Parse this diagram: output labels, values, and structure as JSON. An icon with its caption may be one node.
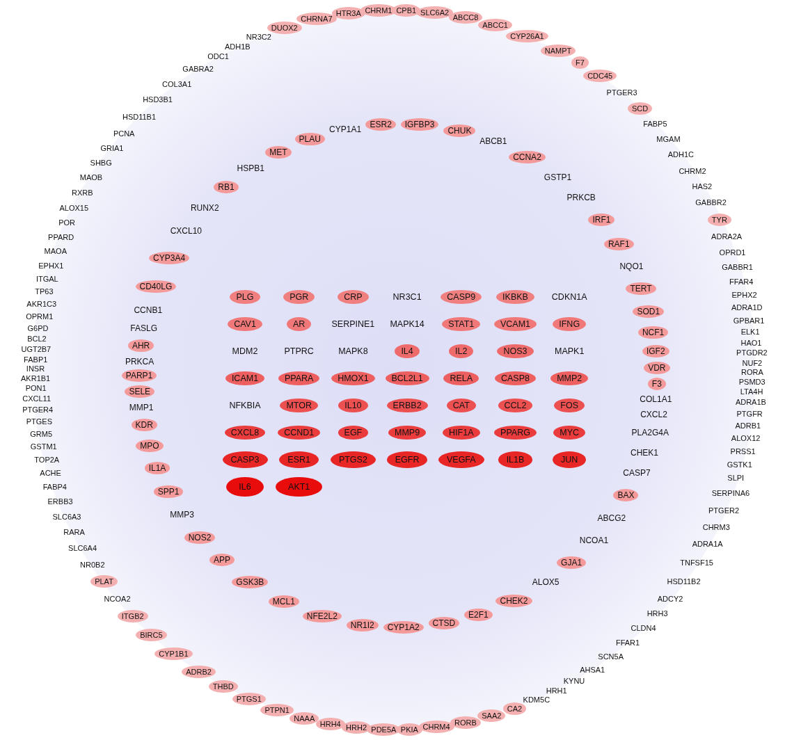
{
  "diagram": {
    "nodes": [
      {
        "text": [
          "CPB1"
        ]
      },
      {
        "text": [
          "SLC6A2"
        ]
      },
      {
        "text": [
          "ABCC8"
        ]
      },
      {
        "text": [
          "ABCC1"
        ]
      },
      {
        "text": [
          "CYP26A1"
        ]
      },
      {
        "text": [
          "NAMPT"
        ]
      },
      {
        "text": [
          "F7"
        ]
      },
      {
        "text": [
          "CDC45"
        ]
      },
      {
        "text": [
          "PTGER3"
        ]
      },
      {
        "text": [
          "SCD"
        ]
      },
      {
        "text": [
          "FABP5"
        ]
      },
      {
        "text": [
          "MGAM"
        ]
      },
      {
        "text": [
          "ADH1C"
        ]
      },
      {
        "text": [
          "CHRM2"
        ]
      },
      {
        "text": [
          "HAS2"
        ]
      },
      {
        "text": [
          "GABBR2"
        ]
      },
      {
        "text": [
          "TYR"
        ]
      },
      {
        "text": [
          "ADRA2A"
        ]
      },
      {
        "text": [
          "OPRD1"
        ]
      },
      {
        "text": [
          "GABBR1"
        ]
      },
      {
        "text": [
          "FFAR4"
        ]
      },
      {
        "text": [
          "EPHX2"
        ]
      },
      {
        "text": [
          "ADRA1D"
        ]
      },
      {
        "text": [
          "GPBAR1"
        ]
      },
      {
        "text": [
          "ELK1"
        ]
      },
      {
        "text": [
          "HAO1"
        ]
      },
      {
        "text": [
          "PTGDR2"
        ]
      },
      {
        "text": [
          "NUF2"
        ]
      },
      {
        "text": [
          "RORA"
        ]
      },
      {
        "text": [
          "PSMD3"
        ]
      },
      {
        "text": [
          "LTA4H"
        ]
      },
      {
        "text": [
          "ADRA1B"
        ]
      },
      {
        "text": [
          "PTGFR"
        ]
      },
      {
        "text": [
          "ADRB1"
        ]
      },
      {
        "text": [
          "ALOX12"
        ]
      },
      {
        "text": [
          "PRSS1"
        ]
      },
      {
        "text": [
          "GSTK1"
        ]
      },
      {
        "text": [
          "SLPI"
        ]
      },
      {
        "text": [
          "SERPINA6"
        ]
      },
      {
        "text": [
          "PTGER2"
        ]
      },
      {
        "text": [
          "CHRM3"
        ]
      },
      {
        "text": [
          "ADRA1A"
        ]
      },
      {
        "text": [
          "TNFSF15"
        ]
      },
      {
        "text": [
          "HSD11B2"
        ]
      },
      {
        "text": [
          "ADCY2"
        ]
      },
      {
        "text": [
          "HRH3"
        ]
      },
      {
        "text": [
          "CLDN4"
        ]
      },
      {
        "text": [
          "FFAR1"
        ]
      },
      {
        "text": [
          "SCN5A"
        ]
      },
      {
        "text": [
          "AHSA1"
        ]
      },
      {
        "text": [
          "KYNU"
        ]
      },
      {
        "text": [
          "HRH1"
        ]
      },
      {
        "text": [
          "KDM5C"
        ]
      },
      {
        "text": [
          "CA2"
        ]
      },
      {
        "text": [
          "SAA2"
        ]
      },
      {
        "text": [
          "RORB"
        ]
      },
      {
        "text": [
          "CHRM4"
        ]
      },
      {
        "text": [
          "PKIA"
        ]
      },
      {
        "text": [
          "PDE5A"
        ]
      },
      {
        "text": [
          "HRH2"
        ]
      },
      {
        "text": [
          "HRH4"
        ]
      },
      {
        "text": [
          "NAAA"
        ]
      },
      {
        "text": [
          "PTPN1"
        ]
      },
      {
        "text": [
          "PTGS1"
        ]
      },
      {
        "text": [
          "THBD"
        ]
      },
      {
        "text": [
          "ADRB2"
        ]
      },
      {
        "text": [
          "CYP1B1"
        ]
      },
      {
        "text": [
          "BIRC5"
        ]
      },
      {
        "text": [
          "ITGB2"
        ]
      },
      {
        "text": [
          "NCOA2"
        ]
      },
      {
        "text": [
          "PLAT"
        ]
      },
      {
        "text": [
          "NR0B2"
        ]
      },
      {
        "text": [
          "SLC6A4"
        ]
      },
      {
        "text": [
          "RARA"
        ]
      },
      {
        "text": [
          "SLC6A3"
        ]
      },
      {
        "text": [
          "ERBB3"
        ]
      },
      {
        "text": [
          "FABP4"
        ]
      },
      {
        "text": [
          "ACHE"
        ]
      },
      {
        "text": [
          "TOP2A"
        ]
      },
      {
        "text": [
          "GSTM1"
        ]
      },
      {
        "text": [
          "GRM5"
        ]
      },
      {
        "text": [
          "PTGES"
        ]
      },
      {
        "text": [
          "PTGER4"
        ]
      },
      {
        "text": [
          "CXCL11"
        ]
      },
      {
        "text": [
          "PON1"
        ]
      },
      {
        "text": [
          "AKR1B1"
        ]
      },
      {
        "text": [
          "INSR"
        ]
      },
      {
        "text": [
          "FABP1"
        ]
      },
      {
        "text": [
          "UGT2B7"
        ]
      },
      {
        "text": [
          "BCL2"
        ]
      },
      {
        "text": [
          "G6PD"
        ]
      },
      {
        "text": [
          "OPRM1"
        ]
      },
      {
        "text": [
          "AKR1C3"
        ]
      },
      {
        "text": [
          "TP63"
        ]
      },
      {
        "text": [
          "ITGAL"
        ]
      },
      {
        "text": [
          "EPHX1"
        ]
      },
      {
        "text": [
          "MAOA"
        ]
      },
      {
        "text": [
          "PPARD"
        ]
      },
      {
        "text": [
          "POR"
        ]
      },
      {
        "text": [
          "ALOX15"
        ]
      },
      {
        "text": [
          "RXRB"
        ]
      },
      {
        "text": [
          "MAOB"
        ]
      },
      {
        "text": [
          "SHBG"
        ]
      },
      {
        "text": [
          "GRIA1"
        ]
      },
      {
        "text": [
          "PCNA"
        ]
      },
      {
        "text": [
          "HSD11B1"
        ]
      },
      {
        "text": [
          "HSD3B1"
        ]
      },
      {
        "text": [
          "COL3A1"
        ]
      },
      {
        "text": [
          "GABRA2"
        ]
      },
      {
        "text": [
          "ODC1"
        ]
      },
      {
        "text": [
          "ADH1B"
        ]
      },
      {
        "text": [
          "NR3C2"
        ]
      },
      {
        "text": [
          "DUOX2"
        ]
      },
      {
        "text": [
          "CHRNA7"
        ]
      },
      {
        "text": [
          "HTR3A"
        ]
      },
      {
        "text": [
          "CHRM1"
        ]
      },
      {
        "text": [
          "IGFBP3"
        ]
      },
      {
        "text": [
          "CHUK"
        ]
      },
      {
        "text": [
          "ABCB1"
        ]
      },
      {
        "text": [
          "CCNA2"
        ]
      },
      {
        "text": [
          "GSTP1"
        ]
      },
      {
        "text": [
          "PRKCB"
        ]
      },
      {
        "text": [
          "IRF1"
        ]
      },
      {
        "text": [
          "RAF1"
        ]
      },
      {
        "text": [
          "NQO1"
        ]
      },
      {
        "text": [
          "TERT"
        ]
      },
      {
        "text": [
          "SOD1"
        ]
      },
      {
        "text": [
          "NCF1"
        ]
      },
      {
        "text": [
          "IGF2"
        ]
      },
      {
        "text": [
          "VDR"
        ]
      },
      {
        "text": [
          "F3"
        ]
      },
      {
        "text": [
          "COL1A1"
        ]
      },
      {
        "text": [
          "CXCL2"
        ]
      },
      {
        "text": [
          "PLA2G4A"
        ]
      },
      {
        "text": [
          "CHEK1"
        ]
      },
      {
        "text": [
          "CASP7"
        ]
      },
      {
        "text": [
          "BAX"
        ]
      },
      {
        "text": [
          "ABCG2"
        ]
      },
      {
        "text": [
          "NCOA1"
        ]
      },
      {
        "text": [
          "GJA1"
        ]
      },
      {
        "text": [
          "ALOX5"
        ]
      },
      {
        "text": [
          "CHEK2"
        ]
      },
      {
        "text": [
          "E2F1"
        ]
      },
      {
        "text": [
          "CTSD"
        ]
      },
      {
        "text": [
          "CYP1A2"
        ]
      },
      {
        "text": [
          "NR1I2"
        ]
      },
      {
        "text": [
          "NFE2L2"
        ]
      },
      {
        "text": [
          "MCL1"
        ]
      },
      {
        "text": [
          "GSK3B"
        ]
      },
      {
        "text": [
          "APP"
        ]
      },
      {
        "text": [
          "NOS2"
        ]
      },
      {
        "text": [
          "MMP3"
        ]
      },
      {
        "text": [
          "SPP1"
        ]
      },
      {
        "text": [
          "IL1A"
        ]
      },
      {
        "text": [
          "MPO"
        ]
      },
      {
        "text": [
          "KDR"
        ]
      },
      {
        "text": [
          "MMP1"
        ]
      },
      {
        "text": [
          "SELE"
        ]
      },
      {
        "text": [
          "PARP1"
        ]
      },
      {
        "text": [
          "PRKCA"
        ]
      },
      {
        "text": [
          "AHR"
        ]
      },
      {
        "text": [
          "FASLG"
        ]
      },
      {
        "text": [
          "CCNB1"
        ]
      },
      {
        "text": [
          "CD40LG"
        ]
      },
      {
        "text": [
          "CYP3A4"
        ]
      },
      {
        "text": [
          "CXCL10"
        ]
      },
      {
        "text": [
          "RUNX2"
        ]
      },
      {
        "text": [
          "RB1"
        ]
      },
      {
        "text": [
          "HSPB1"
        ]
      },
      {
        "text": [
          "MET"
        ]
      },
      {
        "text": [
          "PLAU"
        ]
      },
      {
        "text": [
          "CYP1A1"
        ]
      },
      {
        "text": [
          "ESR2"
        ]
      },
      {
        "text": [
          "PLG"
        ]
      },
      {
        "text": [
          "PGR"
        ]
      },
      {
        "text": [
          "CRP"
        ]
      },
      {
        "text": [
          "NR3C1"
        ]
      },
      {
        "text": [
          "CASP9"
        ]
      },
      {
        "text": [
          "IKBKB"
        ]
      },
      {
        "text": [
          "CDKN1A"
        ]
      },
      {
        "text": [
          "CAV1"
        ]
      },
      {
        "text": [
          "AR"
        ]
      },
      {
        "text": [
          "SERPINE1"
        ]
      },
      {
        "text": [
          "MAPK14"
        ]
      },
      {
        "text": [
          "STAT1"
        ]
      },
      {
        "text": [
          "VCAM1"
        ]
      },
      {
        "text": [
          "IFNG"
        ]
      },
      {
        "text": [
          "MDM2"
        ]
      },
      {
        "text": [
          "PTPRC"
        ]
      },
      {
        "text": [
          "MAPK8"
        ]
      },
      {
        "text": [
          "IL4"
        ]
      },
      {
        "text": [
          "IL2"
        ]
      },
      {
        "text": [
          "NOS3"
        ]
      },
      {
        "text": [
          "MAPK1"
        ]
      },
      {
        "text": [
          "ICAM1"
        ]
      },
      {
        "text": [
          "PPARA"
        ]
      },
      {
        "text": [
          "HMOX1"
        ]
      },
      {
        "text": [
          "BCL2L1"
        ]
      },
      {
        "text": [
          "RELA"
        ]
      },
      {
        "text": [
          "CASP8"
        ]
      },
      {
        "text": [
          "MMP2"
        ]
      },
      {
        "text": [
          "NFKBIA"
        ]
      },
      {
        "text": [
          "MTOR"
        ]
      },
      {
        "text": [
          "IL10"
        ]
      },
      {
        "text": [
          "ERBB2"
        ]
      },
      {
        "text": [
          "CAT"
        ]
      },
      {
        "text": [
          "CCL2"
        ]
      },
      {
        "text": [
          "FOS"
        ]
      },
      {
        "text": [
          "CXCL8"
        ]
      },
      {
        "text": [
          "CCND1"
        ]
      },
      {
        "text": [
          "EGF"
        ]
      },
      {
        "text": [
          "MMP9"
        ]
      },
      {
        "text": [
          "HIF1A"
        ]
      },
      {
        "text": [
          "PPARG"
        ]
      },
      {
        "text": [
          "MYC"
        ]
      },
      {
        "text": [
          "CASP3"
        ]
      },
      {
        "text": [
          "ESR1"
        ]
      },
      {
        "text": [
          "PTGS2"
        ]
      },
      {
        "text": [
          "EGFR"
        ]
      },
      {
        "text": [
          "VEGFA"
        ]
      },
      {
        "text": [
          "IL1B"
        ]
      },
      {
        "text": [
          "JUN"
        ]
      },
      {
        "text": [
          "IL6"
        ]
      },
      {
        "text": [
          "AKT1"
        ]
      }
    ]
  }
}
